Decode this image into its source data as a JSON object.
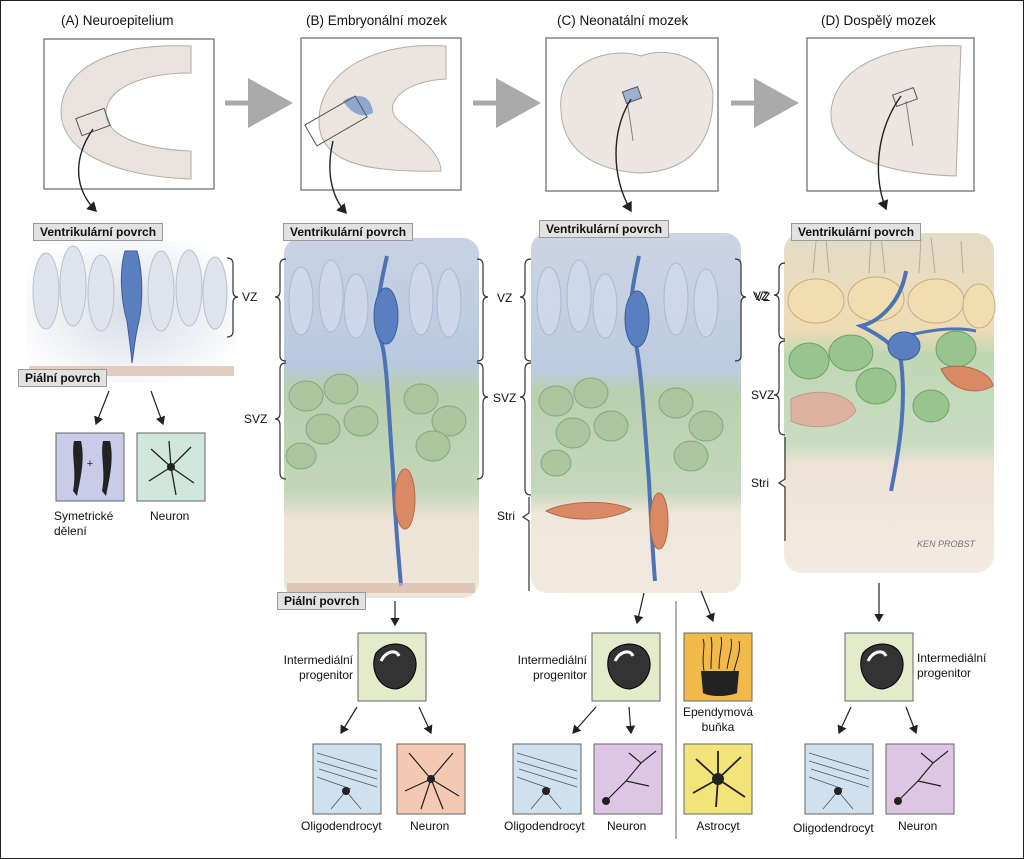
{
  "panels": [
    {
      "title": "(A) Neuroepitelium",
      "surface_top": "Ventrikulární povrch",
      "surface_bottom": "Piální povrch",
      "zones": [
        "VZ"
      ],
      "outputs": [
        "Symetrické",
        "dělení",
        "Neuron"
      ]
    },
    {
      "title": "(B) Embryonální mozek",
      "surface_top": "Ventrikulární povrch",
      "surface_bottom": "Piální povrch",
      "zones": [
        "VZ",
        "SVZ"
      ],
      "progenitor": [
        "Intermediální",
        "progenitor"
      ],
      "outputs": [
        "Oligodendrocyt",
        "Neuron"
      ]
    },
    {
      "title": "(C) Neonatální mozek",
      "surface_top": "Ventrikulární povrch",
      "zones": [
        "VZ",
        "SVZ",
        "Stri"
      ],
      "progenitor": [
        "Intermediální",
        "progenitor"
      ],
      "outputs": [
        "Oligodendrocyt",
        "Neuron"
      ],
      "extra_outputs": [
        "Ependymová",
        "buňka",
        "Astrocyt"
      ]
    },
    {
      "title": "(D) Dospělý mozek",
      "surface_top": "Ventrikulární povrch",
      "zones": [
        "VZ",
        "SVZ",
        "Stri"
      ],
      "progenitor": [
        "Intermediální",
        "progenitor"
      ],
      "outputs": [
        "Oligodendrocyt",
        "Neuron"
      ]
    }
  ],
  "signature": "KEN PROBST",
  "colors": {
    "vz_blue": "#9fb3d6",
    "svz_green": "#a9c7a0",
    "stri_beige": "#e8dccb",
    "progenitor_box": "#e3ebcb",
    "oligo_box": "#cfe0ef",
    "neuron_box_b": "#f3c9b3",
    "neuron_box": "#dcc6e4",
    "astro_box": "#f3e47a",
    "ependymal_box": "#f0b94a",
    "sym_box": "#c9cbe8",
    "neuron_box_a": "#cfe7dc",
    "cell_blue": "#5577bb",
    "cell_orange": "#d98a64"
  }
}
